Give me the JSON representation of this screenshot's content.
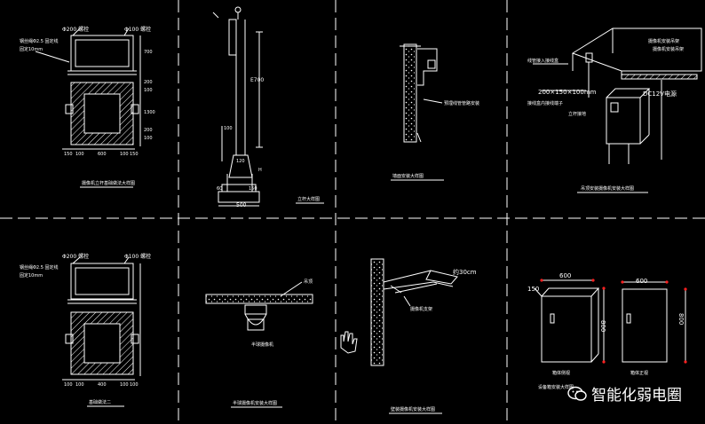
{
  "panels": {
    "p1": {
      "dim_200": "Φ200 螺栓",
      "dim_100": "Φ100 螺栓",
      "note_a": "钢丝绳Φ2.5 固定线",
      "note_b": "固定10mm",
      "caption": "摄像机立杆基础做法大样图",
      "side_dims": [
        "700",
        "200",
        "100",
        "1300",
        "200",
        "100"
      ],
      "bottom_dims": [
        "150",
        "100",
        "600",
        "100",
        "150"
      ]
    },
    "p2": {
      "label_e700": "E700",
      "label_100": "100",
      "label_120": "120",
      "label_h": "H",
      "label_150": "150",
      "label_60": "60",
      "label_500": "500",
      "caption": "立杆大样图"
    },
    "p3": {
      "note": "预埋线管管路安装",
      "note2": "—",
      "caption": "墙面安装大样图"
    },
    "p4": {
      "dim_box": "200×150×100mm",
      "label_dc": "DC12V电源",
      "note_top": "摄像机安装吊架",
      "note_mid": "线管接入接线盒",
      "note_low": "接线盒内接线端子",
      "note_low2": "立杆接地",
      "caption": "吊顶安装摄像机安装大样图"
    },
    "p5": {
      "dim_200": "Φ200 螺栓",
      "dim_100": "Φ100 螺栓",
      "note_a": "钢丝绳Φ2.5 固定线",
      "note_b": "固定10mm",
      "caption": "基础做法二",
      "bottom_dims": [
        "100",
        "100",
        "400",
        "100",
        "100"
      ]
    },
    "p6": {
      "note_right": "吊顶",
      "note_bottom": "半球摄像机",
      "caption": "半球摄像机安装大样图"
    },
    "p7": {
      "dim": "约30cm",
      "note": "摄像机支架",
      "caption": "壁装摄像机安装大样图"
    },
    "p8": {
      "dim_600a": "600",
      "dim_600b": "600",
      "dim_800a": "800",
      "dim_800b": "800",
      "dim_150": "150",
      "label_a": "箱体侧视",
      "label_b": "箱体正视",
      "note": "设备箱安装大样图"
    }
  },
  "watermark": {
    "text": "智能化弱电圈"
  },
  "colors": {
    "background": "#000000",
    "line": "#ffffff",
    "center_line": "#ffffff",
    "marker": "#ff2020"
  }
}
